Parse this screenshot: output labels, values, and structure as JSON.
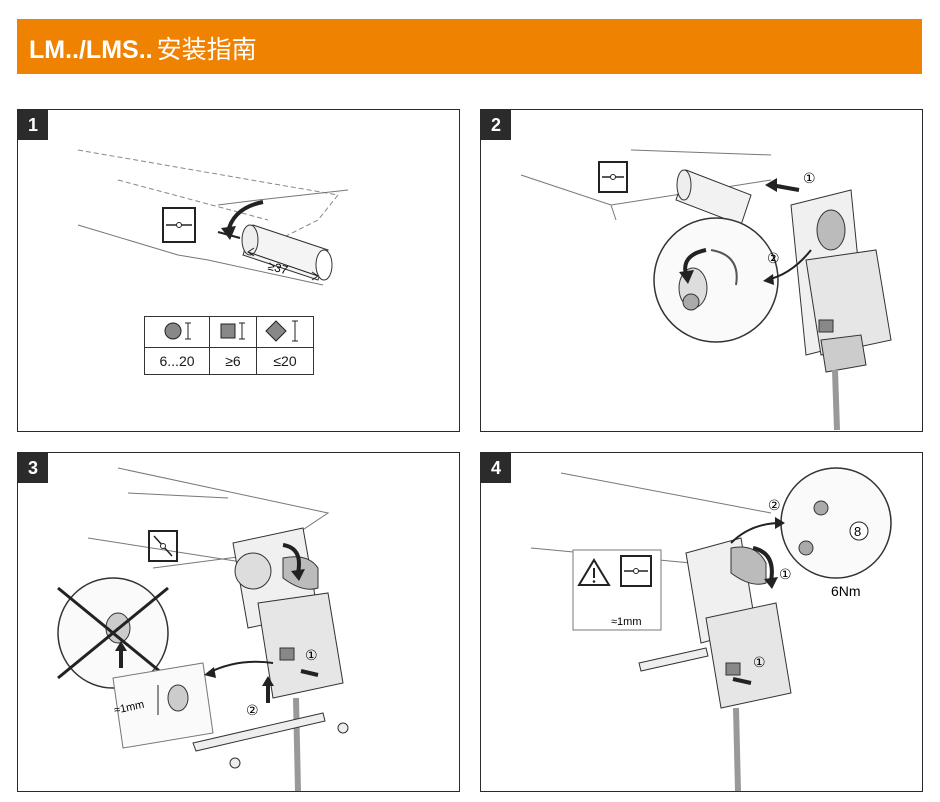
{
  "header": {
    "title_latin": "LM../LMS..",
    "title_zh": "安装指南"
  },
  "panels": [
    {
      "step": "1",
      "dimension": "≥37",
      "sizes": {
        "round": "6...20",
        "square": "≥6",
        "diamond": "≤20"
      }
    },
    {
      "step": "2",
      "marker1": "①",
      "marker2": "②"
    },
    {
      "step": "3",
      "marker1": "①",
      "marker2": "②",
      "gap": "≈1mm"
    },
    {
      "step": "4",
      "marker1": "①",
      "marker2": "②",
      "marker1b": "①",
      "gap": "≈1mm",
      "wrench": "8",
      "torque": "6Nm"
    }
  ],
  "colors": {
    "header": "#ef8200",
    "badge": "#2b2b2b"
  }
}
